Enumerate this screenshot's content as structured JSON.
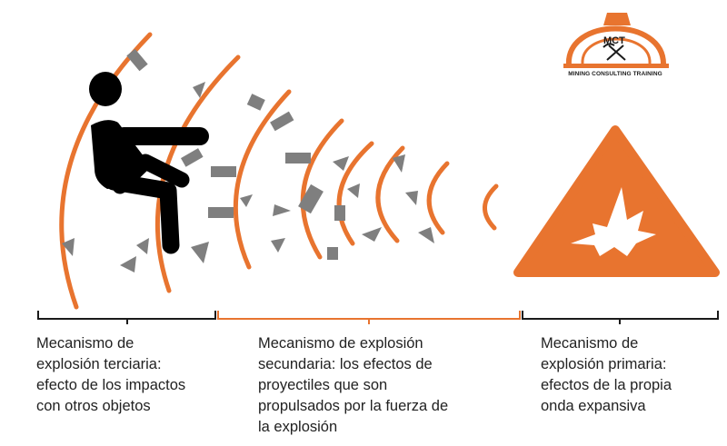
{
  "logo": {
    "letters": "MCT",
    "caption": "MINING CONSULTING TRAINING"
  },
  "colors": {
    "accent": "#e8742f",
    "fragment": "#7f7f7f",
    "figure": "#000000",
    "bracket_dark": "#1a1a1a"
  },
  "icons": [
    "person-falling-icon",
    "explosion-warning-icon",
    "pickaxe-shovel-icon"
  ],
  "sections": [
    {
      "text": "Mecanismo de\nexplosión terciaria:\nefecto de los impactos\ncon otros objetos"
    },
    {
      "text": "Mecanismo de explosión\nsecundaria: los efectos de\nproyectiles que son\npropulsados por la fuerza de\nla explosión"
    },
    {
      "text": "Mecanismo de\nexplosión primaria:\nefectos de la propia\nonda expansiva"
    }
  ]
}
